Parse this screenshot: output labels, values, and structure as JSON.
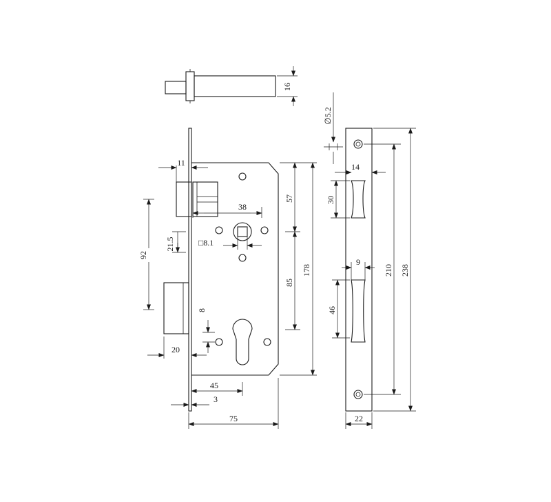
{
  "dimensions": {
    "bolt_height": "16",
    "hole_diameter": "∅5.2",
    "latch_offset": "11",
    "spindle_to_cylinder_x": "38",
    "top_to_spindle": "57",
    "square_spindle": "□8.1",
    "spindle_offset": "21.5",
    "spindle_to_cylinder": "92",
    "spindle_to_cylinder_vertical": "85",
    "case_height": "178",
    "cylinder_slot": "8",
    "deadbolt_offset": "20",
    "backset": "45",
    "faceplate_thickness": "3",
    "case_depth": "75",
    "strike_latch_width": "14",
    "strike_latch_height": "30",
    "strike_bolt_width": "9",
    "strike_bolt_height": "46",
    "strike_hole_spacing": "210",
    "strike_length": "238",
    "strike_width": "22"
  },
  "colors": {
    "line": "#1a1a1a",
    "background": "#ffffff"
  }
}
